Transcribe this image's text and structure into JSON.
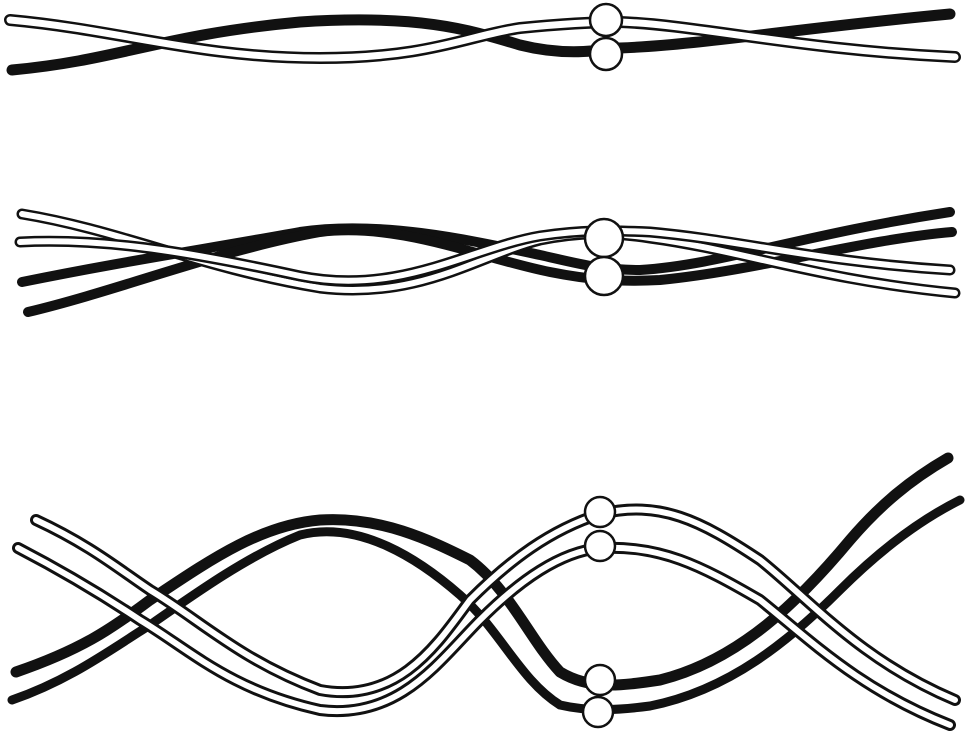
{
  "figure": {
    "panels": [
      {
        "id": "top",
        "centromeres": 2
      },
      {
        "id": "middle",
        "centromeres": 2
      },
      {
        "id": "bottom",
        "centromeres": 4
      }
    ],
    "colors": {
      "background": "#ffffff",
      "dark_strand": "#111111",
      "light_strand_fill": "#ffffff",
      "outline": "#111111"
    }
  }
}
